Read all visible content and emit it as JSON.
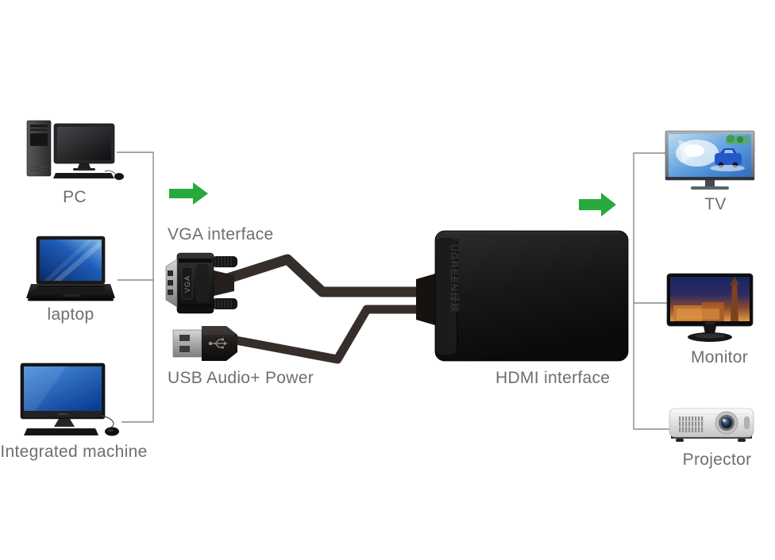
{
  "colors": {
    "background": "#ffffff",
    "arrow_green": "#28a93d",
    "label_text": "#6e6e6e",
    "bracket_line": "#8a8a8a",
    "cable": "#362e2b",
    "adapter_body": "#141414",
    "brand_marking_color": "#3f3f3f"
  },
  "left_devices": {
    "items": [
      {
        "label": "PC",
        "icon": "desktop-pc-icon"
      },
      {
        "label": "laptop",
        "icon": "laptop-icon"
      },
      {
        "label": "Integrated machine",
        "icon": "all-in-one-pc-icon"
      }
    ]
  },
  "converter": {
    "vga_label": "VGA interface",
    "usb_label": "USB Audio+ Power",
    "hdmi_label": "HDMI interface",
    "vga_plug_marking": "VGA",
    "brand_marking": "UGREEN绿联"
  },
  "right_devices": {
    "items": [
      {
        "label": "TV",
        "icon": "tv-icon"
      },
      {
        "label": "Monitor",
        "icon": "monitor-icon"
      },
      {
        "label": "Projector",
        "icon": "projector-icon"
      }
    ]
  },
  "flow": {
    "left_arrow_icon": "green-right-arrow",
    "right_arrow_icon": "green-right-arrow"
  }
}
